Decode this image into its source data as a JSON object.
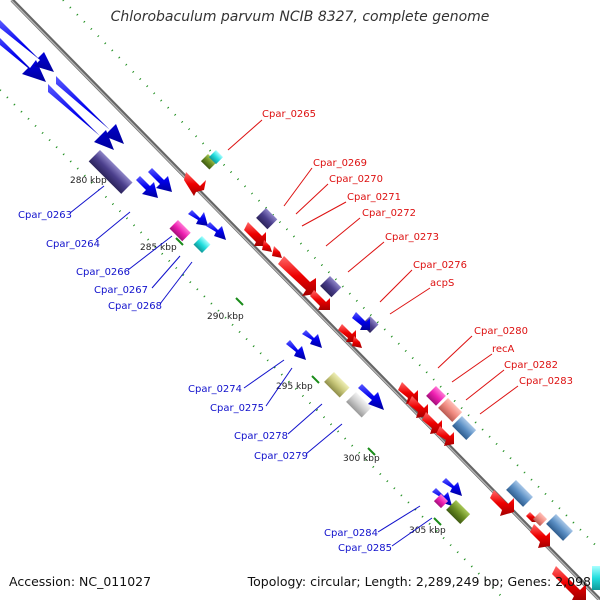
{
  "title": "Chlorobaculum parvum NCIB 8327, complete genome",
  "footer": {
    "accession": "Accession: NC_011027",
    "topology": "Topology: circular; Length: 2,289,249 bp; Genes: 2,098"
  },
  "colors": {
    "forward_gene": "#0000ee",
    "reverse_gene": "#ee0000",
    "forward_label": "#1111cc",
    "reverse_label": "#dd1111",
    "backbone": "#888888",
    "tick": "#1a8c1a"
  },
  "ticks": [
    "280 kbp",
    "285 kbp",
    "290 kbp",
    "295 kbp",
    "300 kbp",
    "305 kbp"
  ],
  "forward_labels": [
    "Cpar_0263",
    "Cpar_0264",
    "Cpar_0266",
    "Cpar_0267",
    "Cpar_0268",
    "Cpar_0274",
    "Cpar_0275",
    "Cpar_0278",
    "Cpar_0279",
    "Cpar_0284",
    "Cpar_0285"
  ],
  "reverse_labels": [
    "Cpar_0265",
    "Cpar_0269",
    "Cpar_0270",
    "Cpar_0271",
    "Cpar_0272",
    "Cpar_0273",
    "Cpar_0276",
    "acpS",
    "Cpar_0280",
    "recA",
    "Cpar_0282",
    "Cpar_0283"
  ]
}
